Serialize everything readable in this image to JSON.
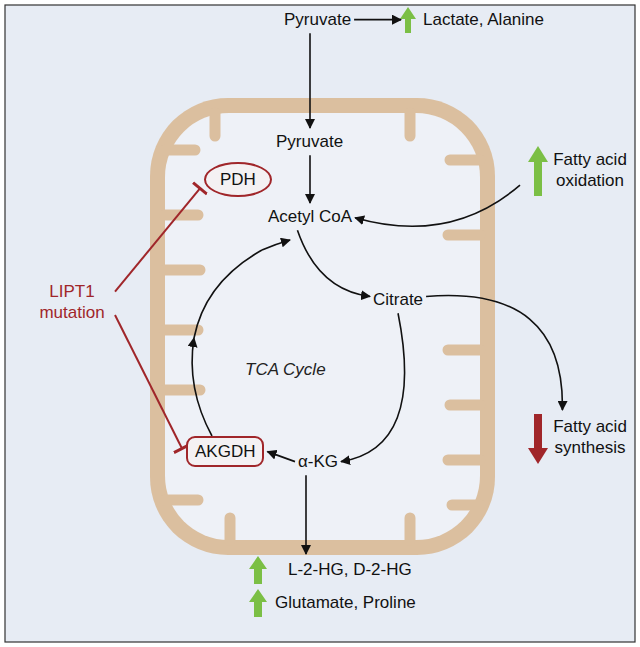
{
  "diagram": {
    "nodes": [
      {
        "text": [
          "Pyruvate"
        ]
      },
      {
        "text": [
          "Lactate, Alanine"
        ]
      },
      {
        "text": [
          "Pyruvate"
        ]
      },
      {
        "text": [
          "PDH"
        ]
      },
      {
        "text": [
          "Fatty acid oxidation"
        ]
      },
      {
        "text": [
          "Acetyl CoA"
        ]
      },
      {
        "text": [
          "Citrate"
        ]
      },
      {
        "text": [
          "LIPT1 mutation"
        ]
      },
      {
        "text": [
          "Fatty acid synthesis"
        ]
      },
      {
        "text": [
          "AKGDH"
        ]
      },
      {
        "text": [
          "α-KG"
        ]
      },
      {
        "text": [
          "L-2-HG, D-2-HG"
        ]
      },
      {
        "text": [
          "Glutamate, Proline"
        ]
      }
    ],
    "edges": [
      {
        "from": 0,
        "to": 1,
        "arrow": "to"
      },
      {
        "from": 0,
        "to": 2,
        "arrow": "to"
      },
      {
        "from": 2,
        "to": 5,
        "arrow": "to"
      },
      {
        "from": 4,
        "to": 5,
        "arrow": "to"
      },
      {
        "from": 5,
        "to": 6,
        "arrow": "to"
      },
      {
        "from": 6,
        "to": 10,
        "arrow": "to"
      },
      {
        "from": 10,
        "to": 9,
        "arrow": "to"
      },
      {
        "from": 6,
        "to": 8,
        "arrow": "to"
      },
      {
        "from": 10,
        "to": 11,
        "arrow": "to"
      },
      {
        "from": 7,
        "to": 3,
        "arrow": "to"
      },
      {
        "from": 7,
        "to": 9,
        "arrow": "to"
      }
    ],
    "labels": [
      "TCA Cycle"
    ]
  }
}
